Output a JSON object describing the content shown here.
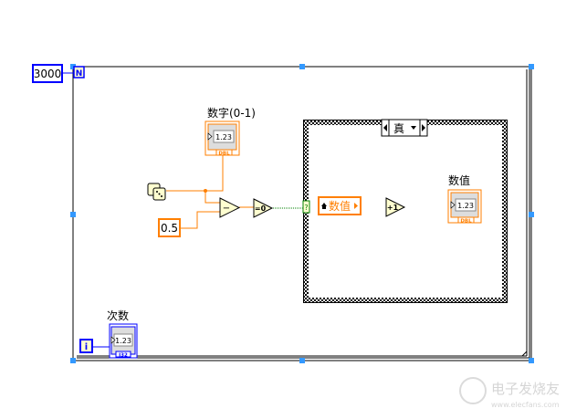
{
  "loop": {
    "count_constant": "3000",
    "count_terminal": "N",
    "iteration_terminal": "i"
  },
  "random_indicator": {
    "label": "数字(0-1)",
    "display": "1.23",
    "type": "DBL"
  },
  "constant_half": "0.5",
  "subtract_symbol": "−",
  "equal_zero_symbol": "=0",
  "case_structure": {
    "selector_value": "真",
    "selector_terminal": "?"
  },
  "local_variable": {
    "label": "数值"
  },
  "increment_symbol": "+1",
  "value_indicator": {
    "label": "数值",
    "display": "1.23",
    "type": "DBL"
  },
  "count_indicator": {
    "label": "次数",
    "display": "1.23",
    "type": "I32"
  },
  "watermark": {
    "brand": "电子发烧友",
    "url": "www.elecfans.com"
  },
  "colors": {
    "dbl": "#ff7f00",
    "int": "#0000ff",
    "bool": "#008000",
    "handle": "#3399ff"
  }
}
